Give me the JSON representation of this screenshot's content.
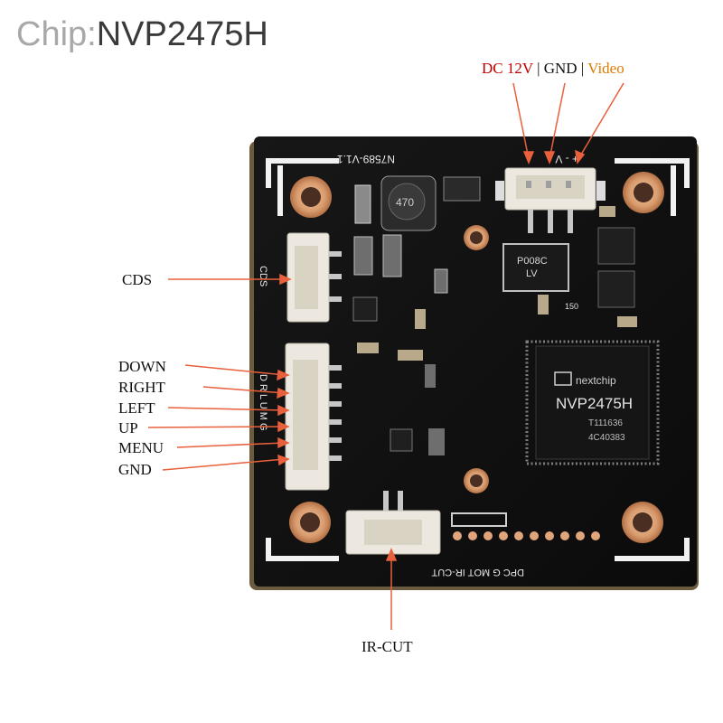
{
  "title": {
    "prefix": "Chip:",
    "chip": "NVP2475H"
  },
  "power_labels": {
    "dc": "DC 12V",
    "sep1": " | ",
    "gnd": "GND",
    "sep2": " | ",
    "video": "Video",
    "dc_color": "#c00000",
    "video_color": "#e07b00"
  },
  "left_labels": {
    "cds": "CDS",
    "down": "DOWN",
    "right": "RIGHT",
    "left": "LEFT",
    "up": "UP",
    "menu": "MENU",
    "gnd": "GND"
  },
  "bottom_label": "IR-CUT",
  "board": {
    "silk_top": "N7589-V1.1",
    "silk_pins_top": "+  -  V",
    "silk_cds": "CDS",
    "silk_keys": "D R L U M G",
    "silk_bottom": "DPC G MOT   IR-CUT",
    "ic_brand": "nextchip",
    "ic_model": "NVP2475H",
    "ic_line1": "T111636",
    "ic_line2": "4C40383",
    "inductor": "470",
    "regulator_line1": "P008C",
    "regulator_line2": "LV",
    "small_mark": "150"
  }
}
